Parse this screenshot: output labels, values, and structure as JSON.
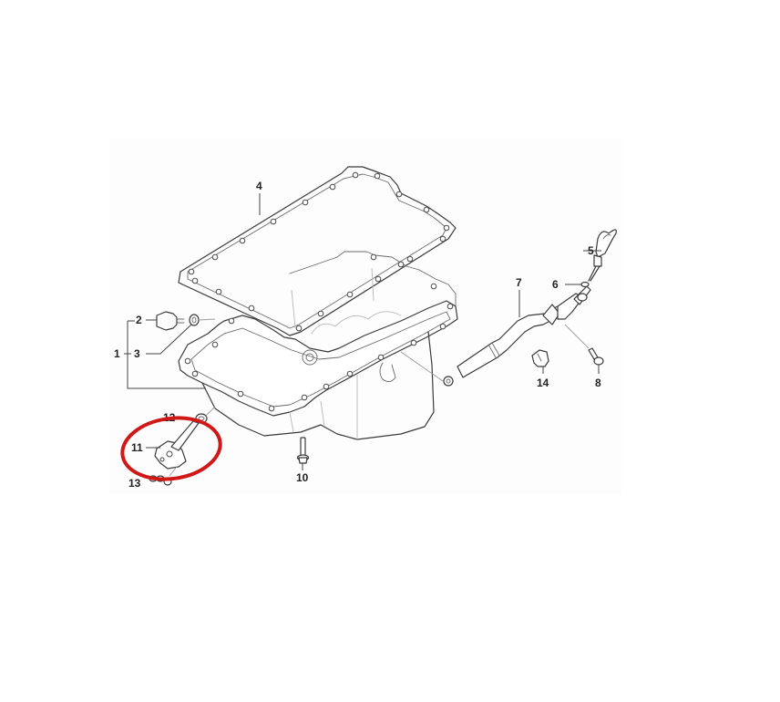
{
  "diagram": {
    "type": "exploded-parts-diagram",
    "subject": "engine oil pan assembly",
    "callouts": [
      {
        "id": "1",
        "label": "1"
      },
      {
        "id": "2",
        "label": "2"
      },
      {
        "id": "3",
        "label": "3"
      },
      {
        "id": "4",
        "label": "4"
      },
      {
        "id": "5",
        "label": "5"
      },
      {
        "id": "6",
        "label": "6"
      },
      {
        "id": "7",
        "label": "7"
      },
      {
        "id": "8",
        "label": "8"
      },
      {
        "id": "10",
        "label": "10"
      },
      {
        "id": "11",
        "label": "11"
      },
      {
        "id": "12",
        "label": "12"
      },
      {
        "id": "13",
        "label": "13"
      },
      {
        "id": "14",
        "label": "14"
      }
    ],
    "parts": {
      "oil_pan": "1",
      "drain_plug": "2",
      "sealing_ring": "3",
      "pan_gasket": "4",
      "dipstick": "5",
      "o_ring": "6",
      "dipstick_guide_tube": "7",
      "tube_bolt": "8",
      "pan_bolt": "10",
      "oil_level_sensor": "11",
      "sensor_seal": "12",
      "sensor_nut": "13",
      "tube_bracket": "14"
    },
    "highlight": {
      "shape": "ellipse",
      "color": "#d01818",
      "target_callout": "11"
    },
    "colors": {
      "line_art": "#3a3a3a",
      "background": "#ffffff",
      "highlight": "#d01818"
    }
  }
}
